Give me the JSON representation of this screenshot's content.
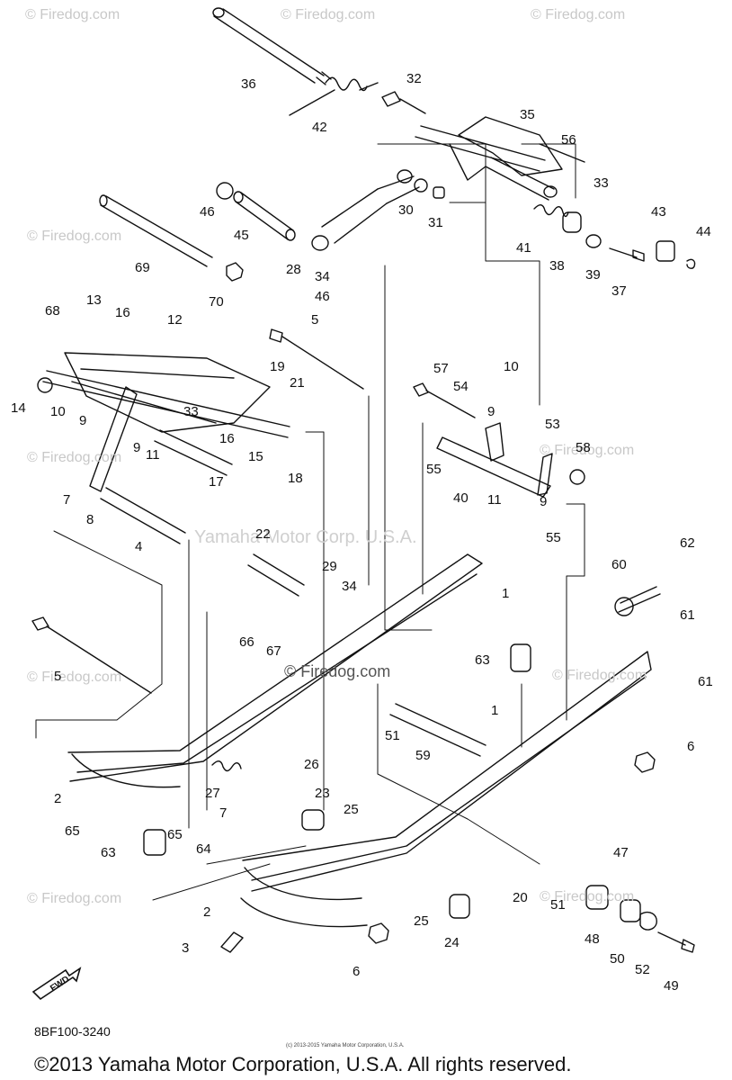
{
  "watermarks": {
    "brand": "© Firedog.com",
    "center": "Yamaha Motor Corp. U.S.A.",
    "mid": "© Firedog.com"
  },
  "diagram": {
    "parts_code": "8BF100-3240",
    "tiny_copyright": "(c) 2013-2015 Yamaha Motor Corporation, U.S.A.",
    "fwd_label": "FWD",
    "copyright": "©2013 Yamaha Motor Corporation, U.S.A. All rights reserved.",
    "callouts": [
      "36",
      "42",
      "32",
      "35",
      "56",
      "33",
      "43",
      "44",
      "46",
      "45",
      "30",
      "31",
      "41",
      "38",
      "39",
      "37",
      "69",
      "28",
      "34",
      "46",
      "70",
      "68",
      "13",
      "16",
      "12",
      "5",
      "10",
      "57",
      "54",
      "19",
      "21",
      "9",
      "53",
      "14",
      "10",
      "9",
      "33",
      "16",
      "15",
      "55",
      "58",
      "9",
      "11",
      "40",
      "9",
      "17",
      "18",
      "11",
      "55",
      "7",
      "8",
      "4",
      "60",
      "62",
      "22",
      "29",
      "34",
      "1",
      "61",
      "66",
      "67",
      "63",
      "5",
      "61",
      "51",
      "59",
      "1",
      "6",
      "26",
      "23",
      "25",
      "27",
      "2",
      "65",
      "63",
      "65",
      "7",
      "64",
      "47",
      "20",
      "51",
      "2",
      "25",
      "48",
      "24",
      "3",
      "6",
      "50",
      "52",
      "49"
    ]
  }
}
